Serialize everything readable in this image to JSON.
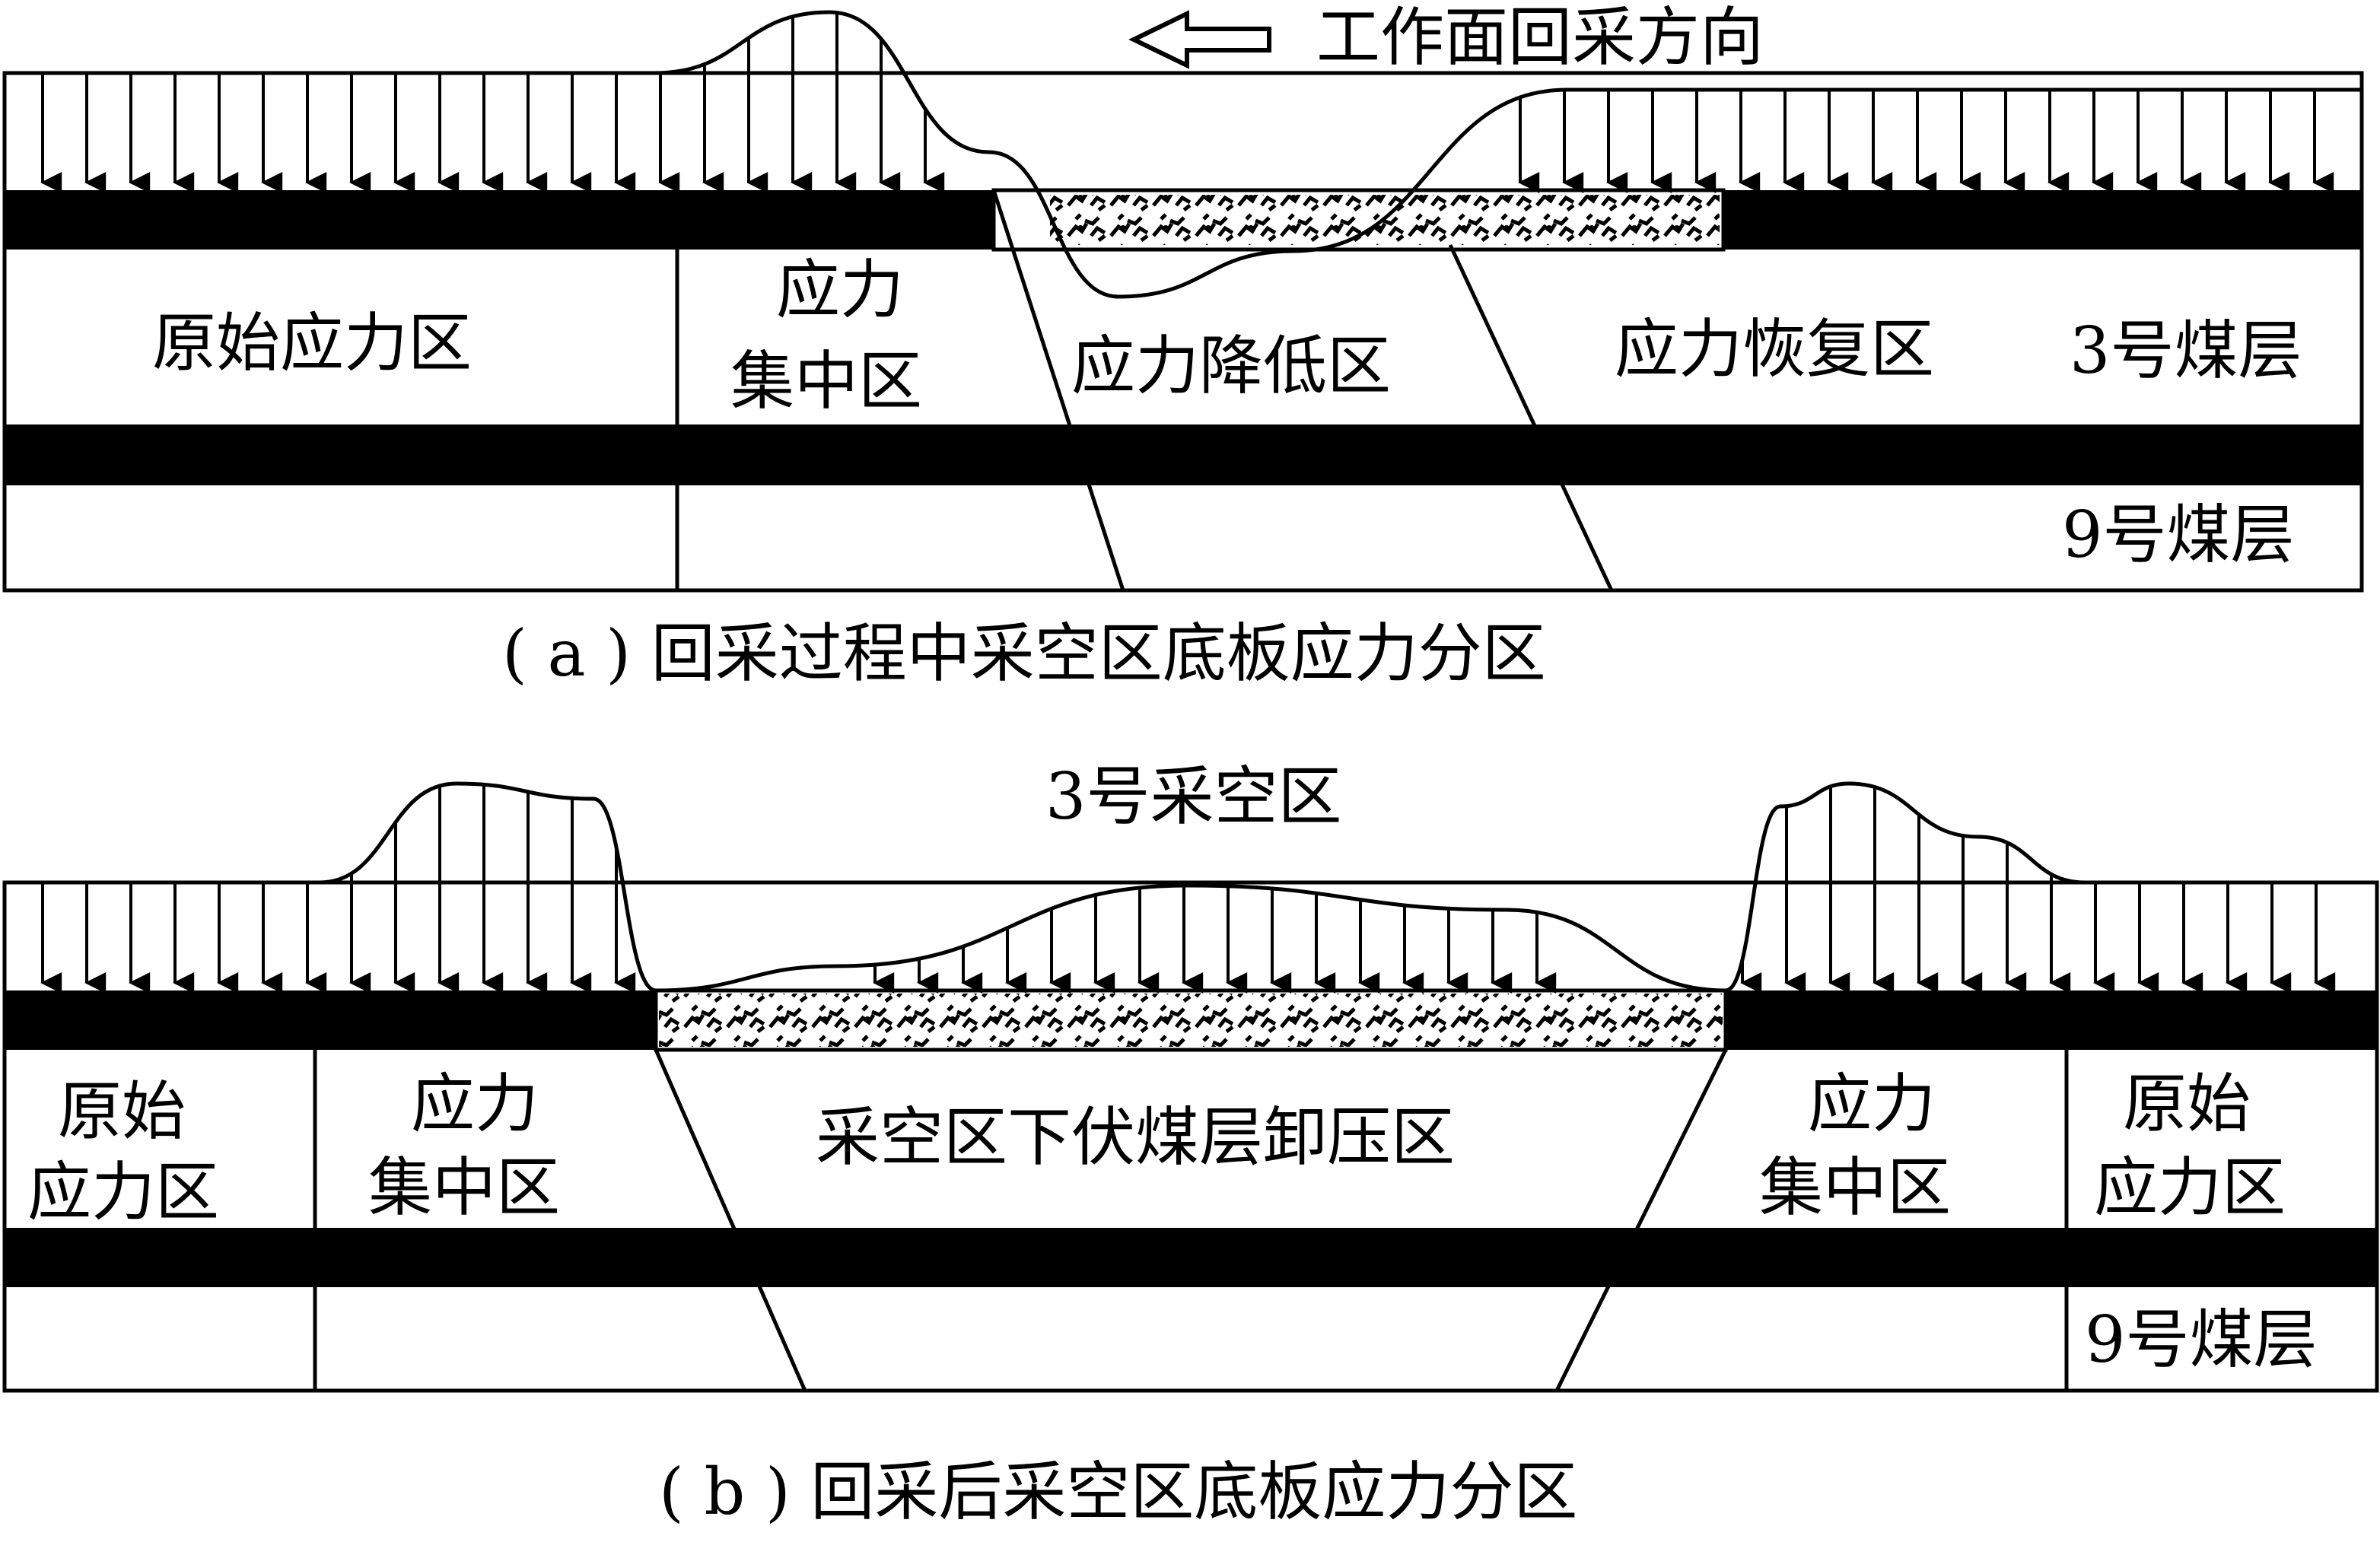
{
  "panel_a": {
    "direction_label": "工作面回采方向",
    "zones": {
      "original": "原始应力区",
      "concentration_line1": "应力",
      "concentration_line2": "集中区",
      "reduction": "应力降低区",
      "recovery": "应力恢复区"
    },
    "seam_upper": "3号煤层",
    "seam_lower": "9号煤层",
    "caption": "( a ) 回采过程中采空区底板应力分区"
  },
  "panel_b": {
    "goaf_label": "3号采空区",
    "zones": {
      "original_left_line1": "原始",
      "original_left_line2": "应力区",
      "concentration_left_line1": "应力",
      "concentration_left_line2": "集中区",
      "relief": "采空区下伏煤层卸压区",
      "concentration_right_line1": "应力",
      "concentration_right_line2": "集中区",
      "original_right_line1": "原始",
      "original_right_line2": "应力区"
    },
    "seam_lower": "9号煤层",
    "caption": "( b ) 回采后采空区底板应力分区"
  },
  "colors": {
    "ink": "#000000",
    "paper": "#ffffff"
  }
}
